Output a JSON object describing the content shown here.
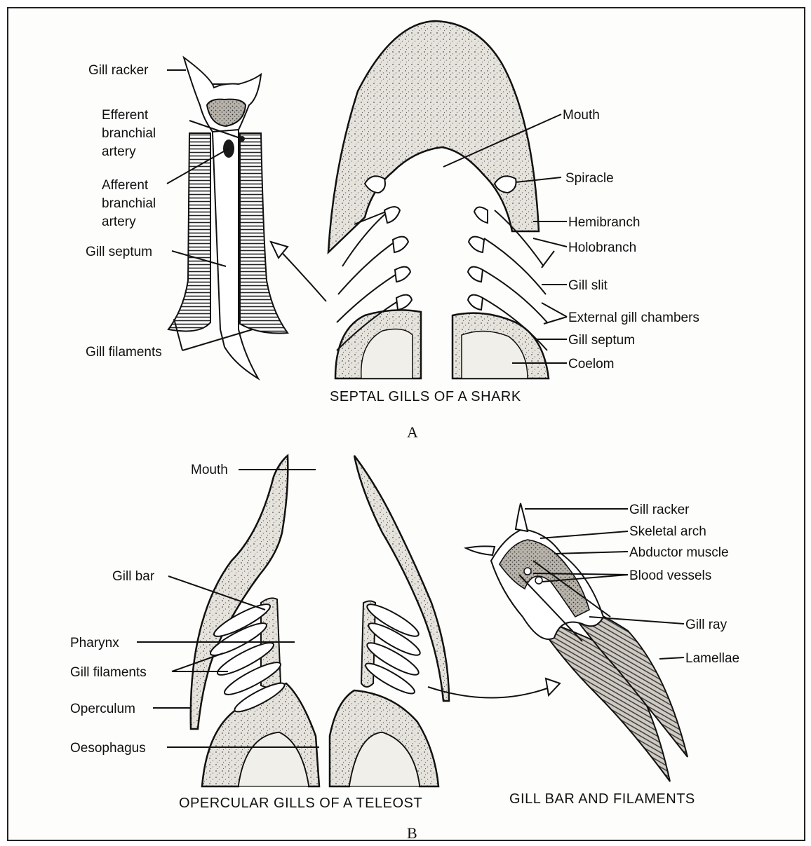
{
  "panel_a": {
    "caption": "SEPTAL GILLS OF A SHARK",
    "letter": "A",
    "labels": {
      "gill_racker": "Gill racker",
      "efferent_1": "Efferent",
      "efferent_2": "branchial",
      "efferent_3": "artery",
      "afferent_1": "Afferent",
      "afferent_2": "branchial",
      "afferent_3": "artery",
      "gill_septum_left": "Gill septum",
      "gill_filaments_left": "Gill filaments",
      "mouth": "Mouth",
      "spiracle": "Spiracle",
      "hemibranch": "Hemibranch",
      "holobranch": "Holobranch",
      "gill_slit": "Gill slit",
      "external_chambers": "External gill chambers",
      "gill_septum_right": "Gill septum",
      "coelom": "Coelom"
    }
  },
  "panel_b": {
    "caption_left": "OPERCULAR GILLS OF A TELEOST",
    "caption_right": "GILL BAR AND FILAMENTS",
    "letter": "B",
    "labels": {
      "mouth": "Mouth",
      "gill_bar": "Gill bar",
      "pharynx": "Pharynx",
      "gill_filaments": "Gill filaments",
      "operculum": "Operculum",
      "oesophagus": "Oesophagus",
      "gill_racker": "Gill racker",
      "skeletal_arch": "Skeletal arch",
      "abductor_muscle": "Abductor muscle",
      "blood_vessels": "Blood vessels",
      "gill_ray": "Gill ray",
      "lamellae": "Lamellae"
    }
  }
}
